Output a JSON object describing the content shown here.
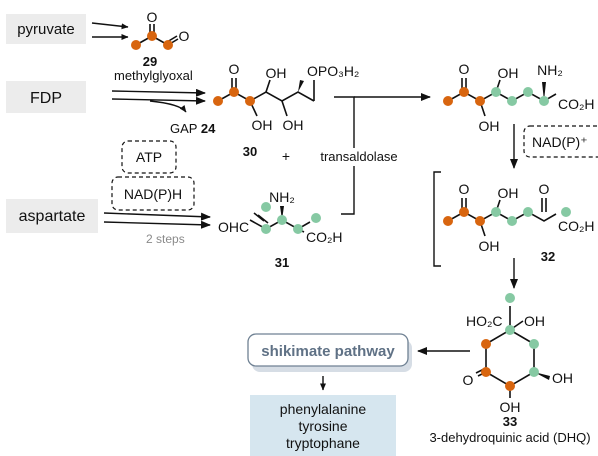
{
  "colors": {
    "orange": "#d8650f",
    "green": "#86c9a3",
    "box_gray": "#ececec",
    "box_blue": "#d6e6ef",
    "pathway_text": "#5f7185",
    "gray_text": "#8a8a8a"
  },
  "starting_materials": {
    "pyruvate": "pyruvate",
    "fdp": "FDP",
    "aspartate": "aspartate"
  },
  "cofactors": {
    "atp": "ATP",
    "nadph": "NAD(P)H",
    "nadp": "NAD(P)⁺"
  },
  "arrow_labels": {
    "methylglyoxal": "methylglyoxal",
    "gap": "GAP",
    "gap_number": "24",
    "two_steps": "2 steps",
    "transaldolase": "transaldolase",
    "plus": "+"
  },
  "compounds": {
    "c29": "29",
    "c30": "30",
    "c31": "31",
    "c32": "32",
    "c33": "33",
    "c33_name": "3-dehydroquinic acid (DHQ)"
  },
  "atom_labels": {
    "O": "O",
    "OH": "OH",
    "NH2": "NH₂",
    "OPO3H2": "OPO₃H₂",
    "CO2H": "CO₂H",
    "OHC": "OHC",
    "HO2C": "HO₂C"
  },
  "pathway": {
    "label": "shikimate pathway",
    "products": [
      "phenylalanine",
      "tyrosine",
      "tryptophane"
    ]
  }
}
